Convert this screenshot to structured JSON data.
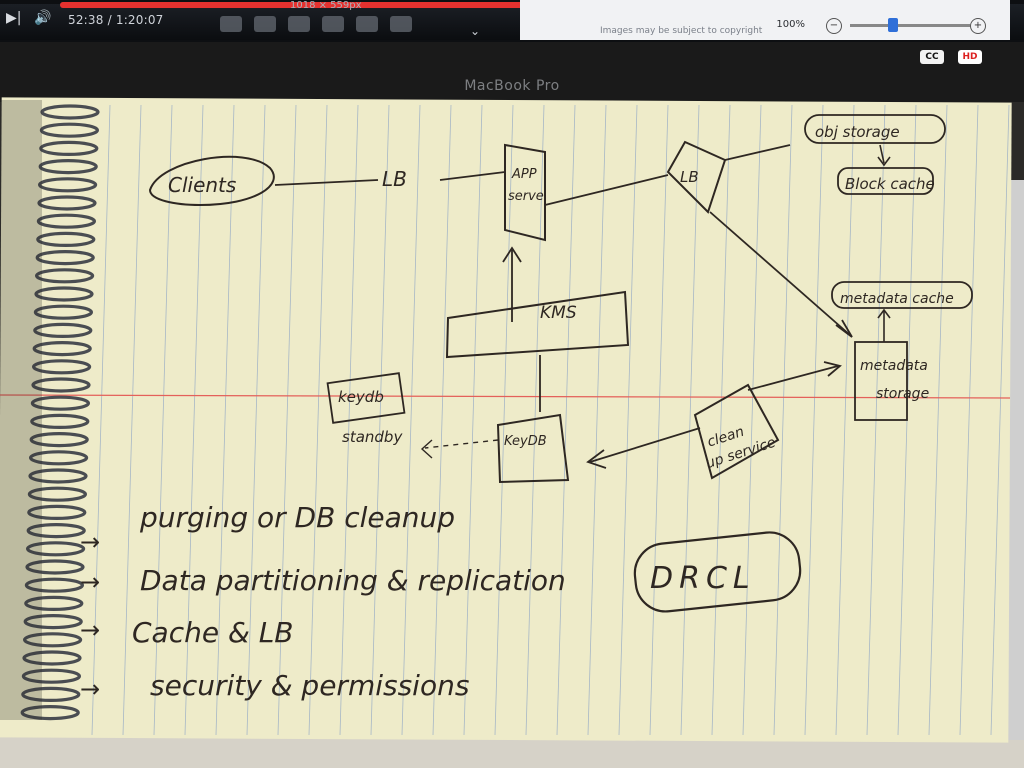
{
  "player": {
    "time": "52:38 / 1:20:07",
    "resolution_label": "1018 × 559px",
    "progress_fraction": 0.657,
    "zoom_level": "100%",
    "zoom_minus": "−",
    "zoom_plus": "+",
    "cc_label": "CC",
    "hd_label": "HD",
    "notice": "Images may be subject to copyright"
  },
  "device": {
    "label": "MacBook Pro"
  },
  "diagram": {
    "nodes": {
      "clients": "Clients",
      "lb1": "LB",
      "app_server": "APP\nserve",
      "lb2": "LB",
      "obj_storage": "obj storage",
      "block_cache": "Block cache",
      "kms": "KMS",
      "metadata_cache": "metadata cache",
      "metadata_storage": "metadata\nstorage",
      "keydb_standby": "keydb\nstandby",
      "keydb": "KeyDB",
      "cleanup_service": "clean\nup service"
    },
    "notes": [
      "purging or DB cleanup",
      "Data partitioning & replication",
      "Cache & LB",
      "security & permissions"
    ],
    "badge": "DRCL"
  },
  "colors": {
    "paper": "#eeebc9",
    "ink": "#2e2722",
    "rule_lines": "#a7b7c6",
    "margin_line": "#e4605a",
    "progress": "#e5312f"
  }
}
